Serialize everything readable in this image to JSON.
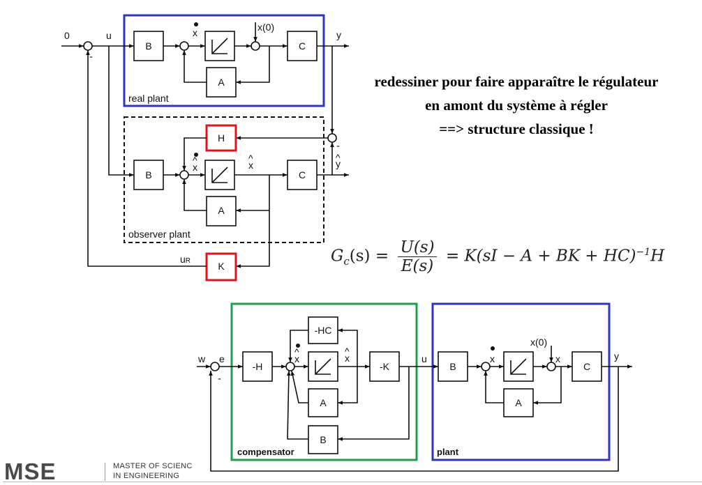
{
  "note": {
    "line1": "redessiner pour faire apparaître le régulateur",
    "line2": "en amont du système à régler",
    "line3": "==> structure classique !"
  },
  "formula": {
    "lhs": "G",
    "lhs_sub": "c",
    "lhs_arg": "(s) =",
    "num": "U(s)",
    "den": "E(s)",
    "rhs": "= K(sI − A + BK + HC)",
    "rhs_sup": "−1",
    "rhs_end": "H"
  },
  "top_diagram": {
    "zero": "0",
    "u": "u",
    "y": "y",
    "x0": "x(0)",
    "xdot": "x",
    "xhatdot": "x",
    "xhat": "x",
    "yhat": "y",
    "uR": "u",
    "uR_sub": "R",
    "minus1": "-",
    "minus2": "-",
    "blocks": {
      "B1": "B",
      "C1": "C",
      "A1": "A",
      "H": "H",
      "B2": "B",
      "C2": "C",
      "A2": "A",
      "K": "K"
    },
    "real_plant": "real plant",
    "observer_plant": "observer plant",
    "colors": {
      "real_plant": "#2e35c4",
      "observer": "#000000",
      "highlight": "#e0141b"
    }
  },
  "bottom_diagram": {
    "w": "w",
    "e": "e",
    "u": "u",
    "y": "y",
    "x": "x",
    "x0": "x(0)",
    "xdot": "x",
    "xhatdot": "x",
    "xhat": "x",
    "minus": "-",
    "blocks": {
      "mH": "-H",
      "mHC": "-HC",
      "A_c": "A",
      "mK": "-K",
      "B_c": "B",
      "B_p": "B",
      "A_p": "A",
      "C_p": "C"
    },
    "compensator": "compensator",
    "plant": "plant",
    "colors": {
      "compensator": "#1ea04a",
      "plant": "#2e35c4"
    }
  },
  "logo": {
    "mark": "MSE",
    "sub1": "MASTER OF SCIENC",
    "sub2": "IN ENGINEERING"
  }
}
